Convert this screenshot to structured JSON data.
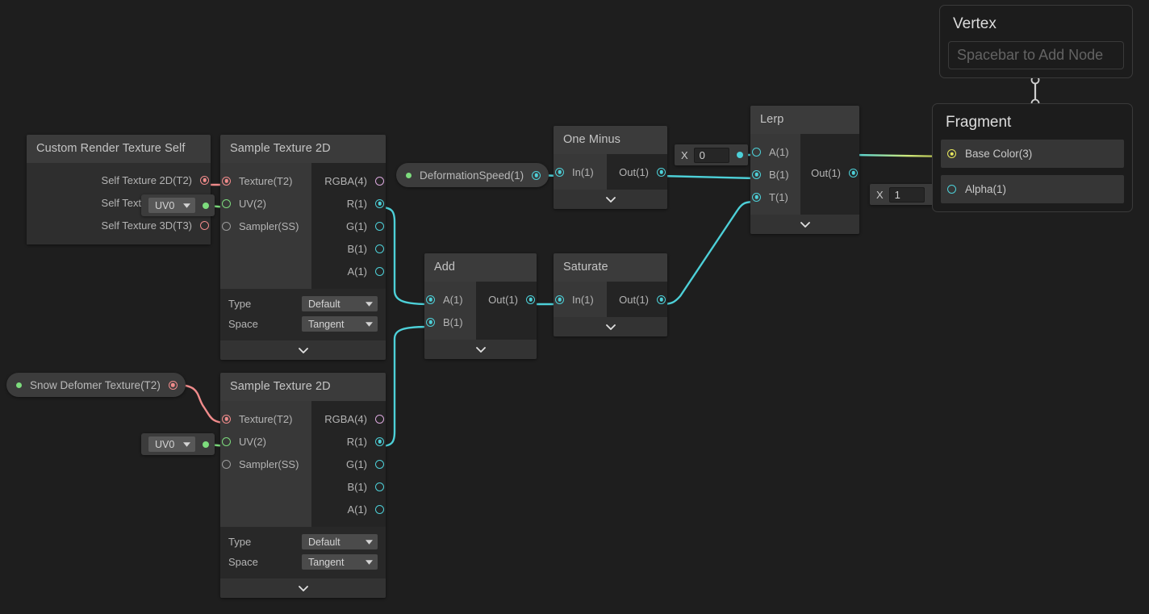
{
  "app": {
    "name": "shader-graph-editor",
    "background": "#1e1e1e"
  },
  "colors": {
    "wire_float": "#4dd0d8",
    "wire_texture": "#f08b8b",
    "wire_uv": "#7ddc7d",
    "wire_vector3": "#e8e85c",
    "node_body": "#282828",
    "node_header": "#3b3b3b",
    "slot_in_bg": "#383838"
  },
  "nodes": {
    "custom_render_texture_self": {
      "title": "Custom Render Texture Self",
      "outputs": [
        {
          "label": "Self Texture 2D(T2)",
          "type": "texture",
          "connected": true
        },
        {
          "label": "Self Texture 2D(T2)",
          "type": "texture",
          "connected": false
        },
        {
          "label": "Self Texture 3D(T3)",
          "type": "texture",
          "connected": false
        }
      ]
    },
    "sample_texture_2d_top": {
      "title": "Sample Texture 2D",
      "inputs": [
        {
          "label": "Texture(T2)",
          "type": "texture",
          "connected": true
        },
        {
          "label": "UV(2)",
          "type": "uv",
          "connected": true
        },
        {
          "label": "Sampler(SS)",
          "type": "sampler",
          "connected": false
        }
      ],
      "outputs": [
        {
          "label": "RGBA(4)",
          "type": "vector4",
          "connected": false
        },
        {
          "label": "R(1)",
          "type": "float",
          "connected": true
        },
        {
          "label": "G(1)",
          "type": "float",
          "connected": false
        },
        {
          "label": "B(1)",
          "type": "float",
          "connected": false
        },
        {
          "label": "A(1)",
          "type": "float",
          "connected": false
        }
      ],
      "params": [
        {
          "label": "Type",
          "value": "Default"
        },
        {
          "label": "Space",
          "value": "Tangent"
        }
      ]
    },
    "sample_texture_2d_bottom": {
      "title": "Sample Texture 2D",
      "inputs": [
        {
          "label": "Texture(T2)",
          "type": "texture",
          "connected": true
        },
        {
          "label": "UV(2)",
          "type": "uv",
          "connected": true
        },
        {
          "label": "Sampler(SS)",
          "type": "sampler",
          "connected": false
        }
      ],
      "outputs": [
        {
          "label": "RGBA(4)",
          "type": "vector4",
          "connected": false
        },
        {
          "label": "R(1)",
          "type": "float",
          "connected": true
        },
        {
          "label": "G(1)",
          "type": "float",
          "connected": false
        },
        {
          "label": "B(1)",
          "type": "float",
          "connected": false
        },
        {
          "label": "A(1)",
          "type": "float",
          "connected": false
        }
      ],
      "params": [
        {
          "label": "Type",
          "value": "Default"
        },
        {
          "label": "Space",
          "value": "Tangent"
        }
      ]
    },
    "add": {
      "title": "Add",
      "inputs": [
        {
          "label": "A(1)",
          "type": "float",
          "connected": true
        },
        {
          "label": "B(1)",
          "type": "float",
          "connected": true
        }
      ],
      "outputs": [
        {
          "label": "Out(1)",
          "type": "float",
          "connected": true
        }
      ]
    },
    "saturate": {
      "title": "Saturate",
      "inputs": [
        {
          "label": "In(1)",
          "type": "float",
          "connected": true
        }
      ],
      "outputs": [
        {
          "label": "Out(1)",
          "type": "float",
          "connected": true
        }
      ]
    },
    "one_minus": {
      "title": "One Minus",
      "inputs": [
        {
          "label": "In(1)",
          "type": "float",
          "connected": true
        }
      ],
      "outputs": [
        {
          "label": "Out(1)",
          "type": "float",
          "connected": true
        }
      ]
    },
    "lerp": {
      "title": "Lerp",
      "inputs": [
        {
          "label": "A(1)",
          "type": "float",
          "connected": false
        },
        {
          "label": "B(1)",
          "type": "float",
          "connected": true
        },
        {
          "label": "T(1)",
          "type": "float",
          "connected": true
        }
      ],
      "outputs": [
        {
          "label": "Out(1)",
          "type": "float",
          "connected": true
        }
      ]
    }
  },
  "properties": {
    "deformation_speed": {
      "label": "DeformationSpeed(1)",
      "type": "float"
    },
    "snow_deformer_texture": {
      "label": "Snow Defomer Texture(T2)",
      "type": "texture"
    }
  },
  "uv_nodes": {
    "uv_top": {
      "value": "UV0"
    },
    "uv_bottom": {
      "value": "UV0"
    }
  },
  "float_nodes": {
    "lerp_a": {
      "label": "X",
      "value": "0"
    },
    "alpha": {
      "label": "X",
      "value": "1"
    }
  },
  "contexts": {
    "vertex": {
      "title": "Vertex",
      "placeholder": "Spacebar to Add Node"
    },
    "fragment": {
      "title": "Fragment",
      "slots": [
        {
          "label": "Base Color(3)",
          "type": "vector3",
          "connected": true
        },
        {
          "label": "Alpha(1)",
          "type": "float",
          "connected": true
        }
      ]
    }
  }
}
